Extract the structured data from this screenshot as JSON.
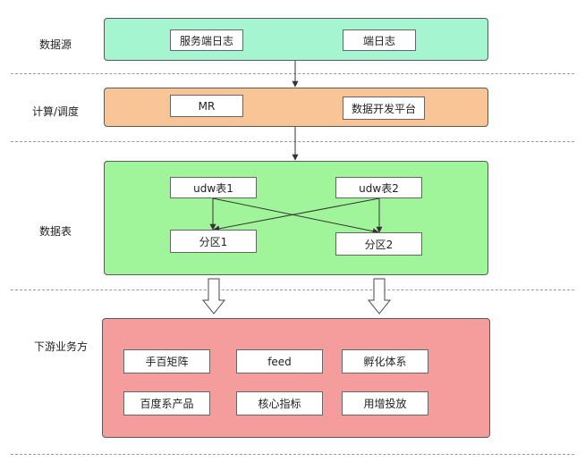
{
  "layers": {
    "source": {
      "label": "数据源",
      "color": "#a5f5d0",
      "items": [
        "服务端日志",
        "端日志"
      ]
    },
    "compute": {
      "label": "计算/调度",
      "color": "#f9c596",
      "items": [
        "MR",
        "数据开发平台"
      ]
    },
    "tables": {
      "label": "数据表",
      "color": "#a0f59a",
      "items": [
        "udw表1",
        "udw表2",
        "分区1",
        "分区2"
      ]
    },
    "consumers": {
      "label": "下游业务方",
      "color": "#f59c9c",
      "items": [
        "手百矩阵",
        "feed",
        "孵化体系",
        "百度系产品",
        "核心指标",
        "用增投放"
      ]
    }
  }
}
